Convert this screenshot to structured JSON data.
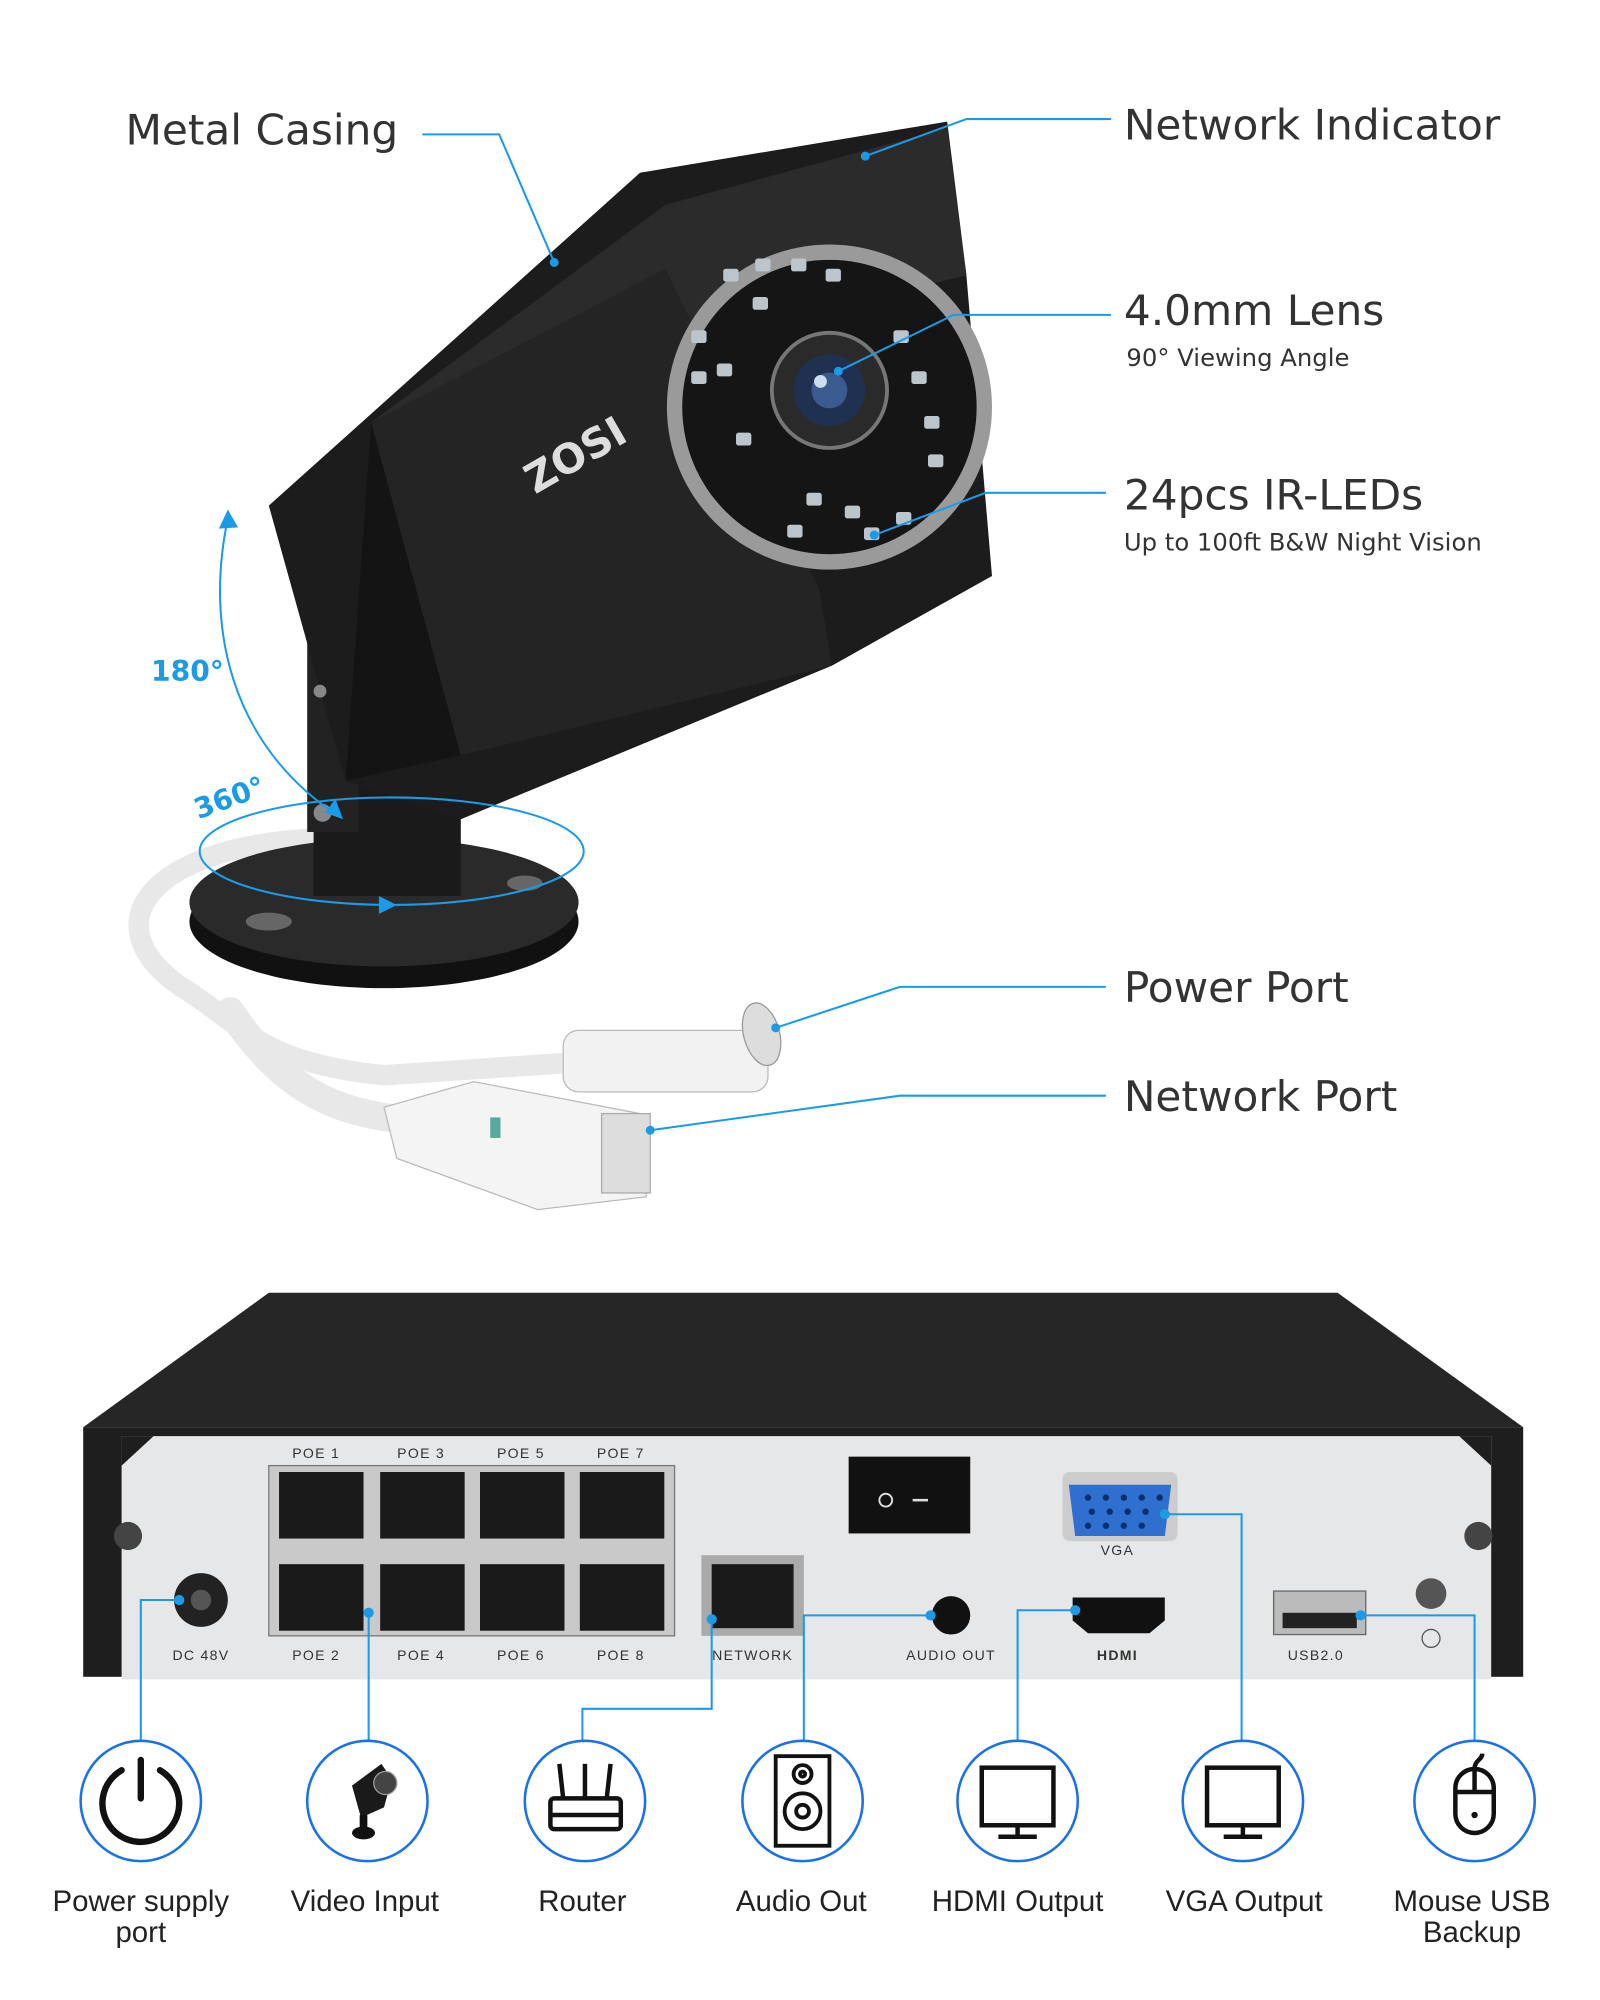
{
  "camera": {
    "brand": "ZOSI",
    "callouts": {
      "metal_casing": "Metal Casing",
      "network_indicator": "Network Indicator",
      "lens_title": "4.0mm Lens",
      "lens_sub": "90° Viewing Angle",
      "ir_title": "24pcs IR-LEDs",
      "ir_sub": "Up to 100ft B&W Night Vision",
      "power_port": "Power Port",
      "network_port": "Network Port"
    },
    "rotation": {
      "tilt": "180°",
      "pan": "360°"
    }
  },
  "nvr": {
    "ports": {
      "poe_top": [
        "POE 1",
        "POE 3",
        "POE 5",
        "POE 7"
      ],
      "poe_bottom": [
        "POE 2",
        "POE 4",
        "POE 6",
        "POE 8"
      ],
      "dc": "DC 48V",
      "network": "NETWORK",
      "audio": "AUDIO OUT",
      "hdmi": "HDMI",
      "vga": "VGA",
      "usb": "USB2.0"
    }
  },
  "icons": [
    {
      "icon": "power-icon",
      "label1": "Power supply",
      "label2": "port"
    },
    {
      "icon": "camera-icon",
      "label1": "Video Input",
      "label2": ""
    },
    {
      "icon": "router-icon",
      "label1": "Router",
      "label2": ""
    },
    {
      "icon": "speaker-icon",
      "label1": "Audio Out",
      "label2": ""
    },
    {
      "icon": "monitor-icon",
      "label1": "HDMI Output",
      "label2": ""
    },
    {
      "icon": "monitor-icon",
      "label1": "VGA Output",
      "label2": ""
    },
    {
      "icon": "mouse-icon",
      "label1": "Mouse USB",
      "label2": "Backup"
    }
  ],
  "colors": {
    "accent": "#1a9be8",
    "body": "#1c1c1c",
    "panel": "#e6e7e8"
  }
}
